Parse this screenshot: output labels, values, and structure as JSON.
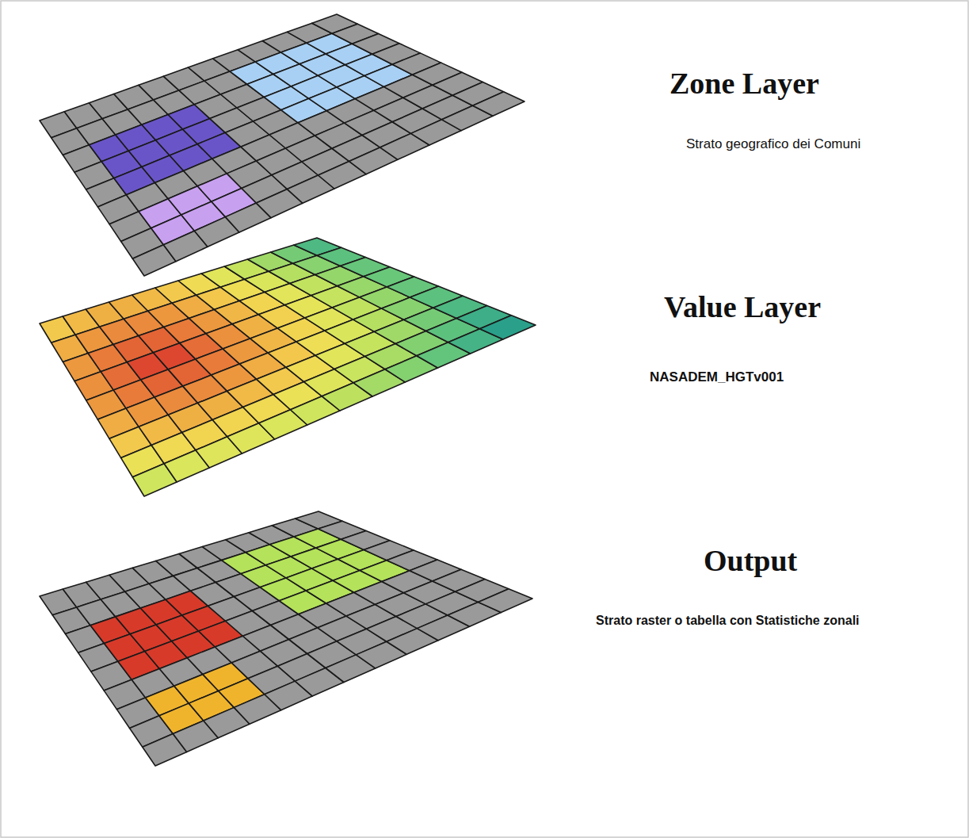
{
  "diagram": {
    "labels": [
      "Zone Layer",
      "Strato geografico dei Comuni",
      "Value Layer",
      "NASADEM_HGTv001",
      "Output",
      "Strato raster o tabella con Statistiche zonali"
    ]
  }
}
